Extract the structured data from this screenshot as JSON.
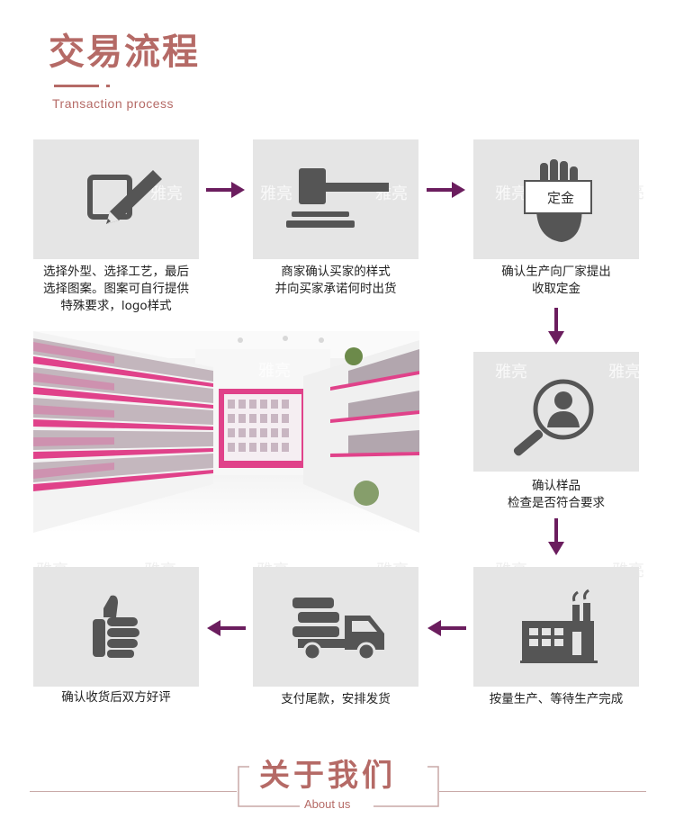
{
  "header": {
    "title": "交易流程",
    "subtitle": "Transaction process"
  },
  "watermark": "雅亮",
  "steps": [
    {
      "caption_lines": [
        "选择外型、选择工艺，最后",
        "选择图案。图案可自行提供",
        "特殊要求，logo样式"
      ],
      "icon": "pencil-note-icon"
    },
    {
      "caption_lines": [
        "商家确认买家的样式",
        "并向买家承诺何时出货"
      ],
      "icon": "gavel-icon"
    },
    {
      "caption_lines": [
        "确认生产向厂家提出",
        "收取定金"
      ],
      "icon": "hand-deposit-icon",
      "icon_label": "定金"
    },
    {
      "caption_lines": [
        "确认样品",
        "检查是否符合要求"
      ],
      "icon": "magnifier-person-icon"
    },
    {
      "caption_lines": [
        "按量生产、等待生产完成"
      ],
      "icon": "factory-icon"
    },
    {
      "caption_lines": [
        "支付尾款，安排发货"
      ],
      "icon": "truck-icon"
    },
    {
      "caption_lines": [
        "确认收货后双方好评"
      ],
      "icon": "thumbs-up-icon"
    }
  ],
  "colors": {
    "accent": "#b56a66",
    "arrow": "#6b1d5e",
    "box": "#e5e5e5",
    "icon": "#555555",
    "shelf_pink": "#e0428a"
  },
  "footer": {
    "title": "关于我们",
    "subtitle": "About us"
  }
}
